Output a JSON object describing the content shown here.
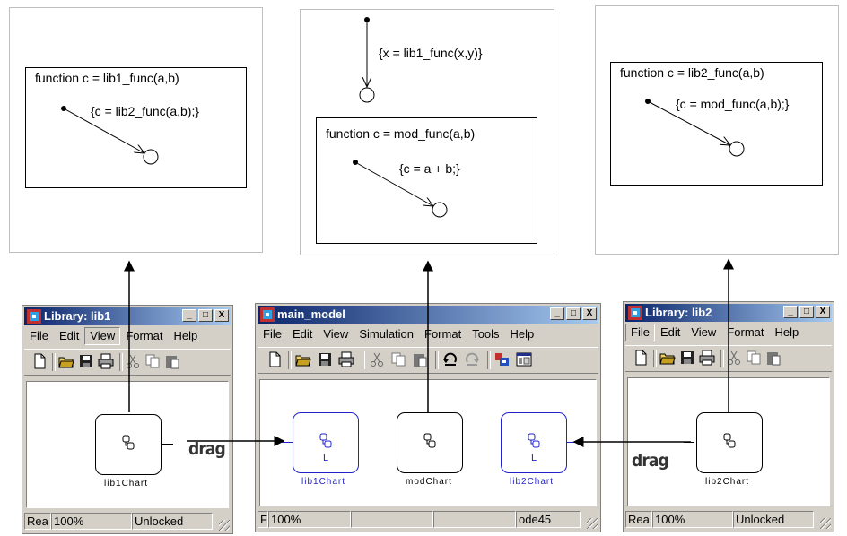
{
  "function_panels": [
    {
      "signature": "function  c = lib1_func(a,b)",
      "transition": "{c = lib2_func(a,b);}"
    },
    {
      "top_transition": "{x = lib1_func(x,y)}",
      "signature": "function  c = mod_func(a,b)",
      "transition": "{c = a + b;}"
    },
    {
      "signature": "function  c = lib2_func(a,b)",
      "transition": "{c = mod_func(a,b);}"
    }
  ],
  "drag_labels": {
    "left": "drag",
    "right": "drag"
  },
  "windows": {
    "lib1": {
      "title": "Library: lib1",
      "controls": [
        "_",
        "□",
        "X"
      ],
      "menus": [
        "File",
        "Edit",
        "View",
        "Format",
        "Help"
      ],
      "selected_menu": "View",
      "block": {
        "name": "lib1Chart"
      },
      "status": [
        "Rea",
        "100%",
        "Unlocked"
      ]
    },
    "main": {
      "title": "main_model",
      "controls": [
        "_",
        "□",
        "X"
      ],
      "menus": [
        "File",
        "Edit",
        "View",
        "Simulation",
        "Format",
        "Tools",
        "Help"
      ],
      "blocks": [
        {
          "name": "lib1Chart",
          "badge": "L"
        },
        {
          "name": "modChart"
        },
        {
          "name": "lib2Chart",
          "badge": "L"
        }
      ],
      "status": [
        "F",
        "100%",
        "",
        "",
        "ode45"
      ]
    },
    "lib2": {
      "title": "Library: lib2",
      "controls": [
        "_",
        "□",
        "X"
      ],
      "menus": [
        "File",
        "Edit",
        "View",
        "Format",
        "Help"
      ],
      "selected_menu": "File",
      "block": {
        "name": "lib2Chart"
      },
      "status": [
        "Rea",
        "100%",
        "Unlocked"
      ]
    }
  },
  "colors": {
    "title_start": "#0a246a",
    "title_end": "#a6caf0",
    "library_link": "#2222cc",
    "chrome": "#d4d0c8"
  }
}
